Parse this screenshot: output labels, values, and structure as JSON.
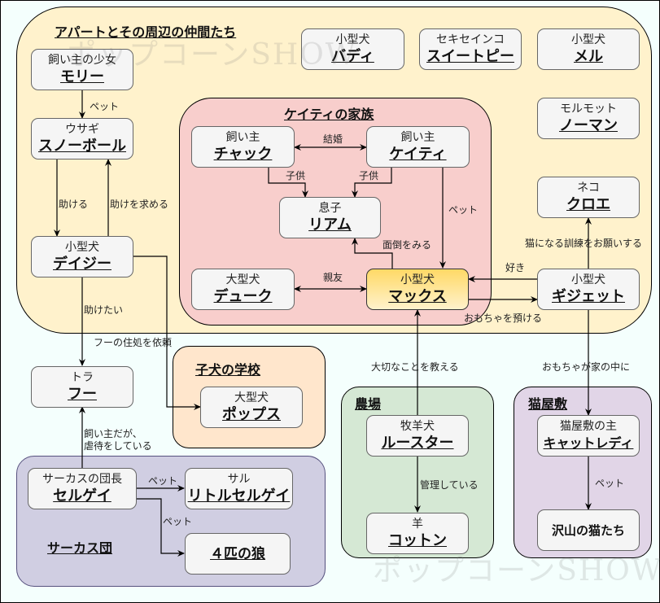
{
  "colors": {
    "apartment_bg": "#fff2cc",
    "family_bg": "#f8cecc",
    "school_bg": "#ffe6cc",
    "farm_bg": "#d5e8d4",
    "cathouse_bg": "#e1d5e7",
    "circus_bg": "#d0cee2",
    "node_bg": "#f5f5f5",
    "highlight_top": "#ffd966",
    "highlight_bottom": "#fff2cc",
    "page_bg": "#f4fffd"
  },
  "watermark": "ポップコーンSHOW",
  "groups": {
    "apartment": "アパートとその周辺の仲間たち",
    "family": "ケイティの家族",
    "school": "子犬の学校",
    "farm": "農場",
    "cathouse": "猫屋敷",
    "circus": "サーカス団"
  },
  "nodes": {
    "molly": {
      "role": "飼い主の少女",
      "name": "モリー"
    },
    "snowball": {
      "role": "ウサギ",
      "name": "スノーボール"
    },
    "daisy": {
      "role": "小型犬",
      "name": "デイジー"
    },
    "buddy": {
      "role": "小型犬",
      "name": "バディ"
    },
    "sweetpea": {
      "role": "セキセインコ",
      "name": "スイートピー"
    },
    "mel": {
      "role": "小型犬",
      "name": "メル"
    },
    "norman": {
      "role": "モルモット",
      "name": "ノーマン"
    },
    "chloe": {
      "role": "ネコ",
      "name": "クロエ"
    },
    "gidget": {
      "role": "小型犬",
      "name": "ギジェット"
    },
    "chuck": {
      "role": "飼い主",
      "name": "チャック"
    },
    "katie": {
      "role": "飼い主",
      "name": "ケイティ"
    },
    "liam": {
      "role": "息子",
      "name": "リアム"
    },
    "duke": {
      "role": "大型犬",
      "name": "デューク"
    },
    "max": {
      "role": "小型犬",
      "name": "マックス"
    },
    "hu": {
      "role": "トラ",
      "name": "フー"
    },
    "pops": {
      "role": "大型犬",
      "name": "ポップス"
    },
    "rooster": {
      "role": "牧羊犬",
      "name": "ルースター"
    },
    "cotton": {
      "role": "羊",
      "name": "コットン"
    },
    "catlady": {
      "role": "猫屋敷の主",
      "name": "キャットレディ"
    },
    "cats": {
      "name": "沢山の猫たち"
    },
    "sergei": {
      "role": "サーカスの団長",
      "name": "セルゲイ"
    },
    "littlesergei": {
      "role": "サル",
      "name": "リトルセルゲイ"
    },
    "wolves": {
      "name": "４匹の狼"
    }
  },
  "edges": {
    "molly_snowball": "ペット",
    "snowball_daisy": "助ける",
    "daisy_snowball": "助けを求める",
    "chuck_katie": "結婚",
    "chuck_liam": "子供",
    "katie_liam": "子供",
    "katie_max": "ペット",
    "max_liam": "面倒をみる",
    "duke_max": "親友",
    "gidget_max": "好き",
    "max_gidget": "おもちゃを預ける",
    "gidget_chloe": "猫になる訓練をお願いする",
    "daisy_hu": "助けたい",
    "daisy_pops": "フーの住処を依頼",
    "rooster_max": "大切なことを教える",
    "gidget_catlady": "おもちゃが家の中に",
    "sergei_hu": "飼い主だが、\n虐待をしている",
    "sergei_hu_line1": "飼い主だが、",
    "sergei_hu_line2": "虐待をしている",
    "rooster_cotton": "管理している",
    "catlady_cats": "ペット",
    "sergei_littlesergei": "ペット",
    "sergei_wolves": "ペット"
  }
}
